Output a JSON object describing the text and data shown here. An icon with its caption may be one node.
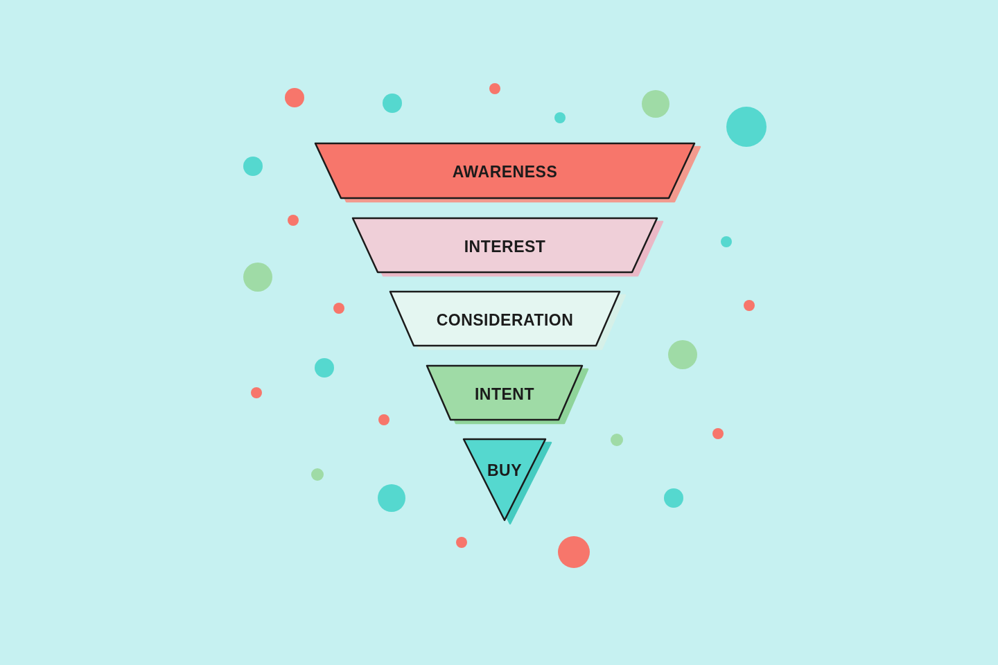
{
  "diagram": {
    "nodes": [
      {
        "text": [
          "AWARENESS"
        ]
      },
      {
        "text": [
          "INTEREST"
        ]
      },
      {
        "text": [
          "CONSIDERATION"
        ]
      },
      {
        "text": [
          "INTENT"
        ]
      },
      {
        "text": [
          "BUY"
        ]
      }
    ]
  }
}
